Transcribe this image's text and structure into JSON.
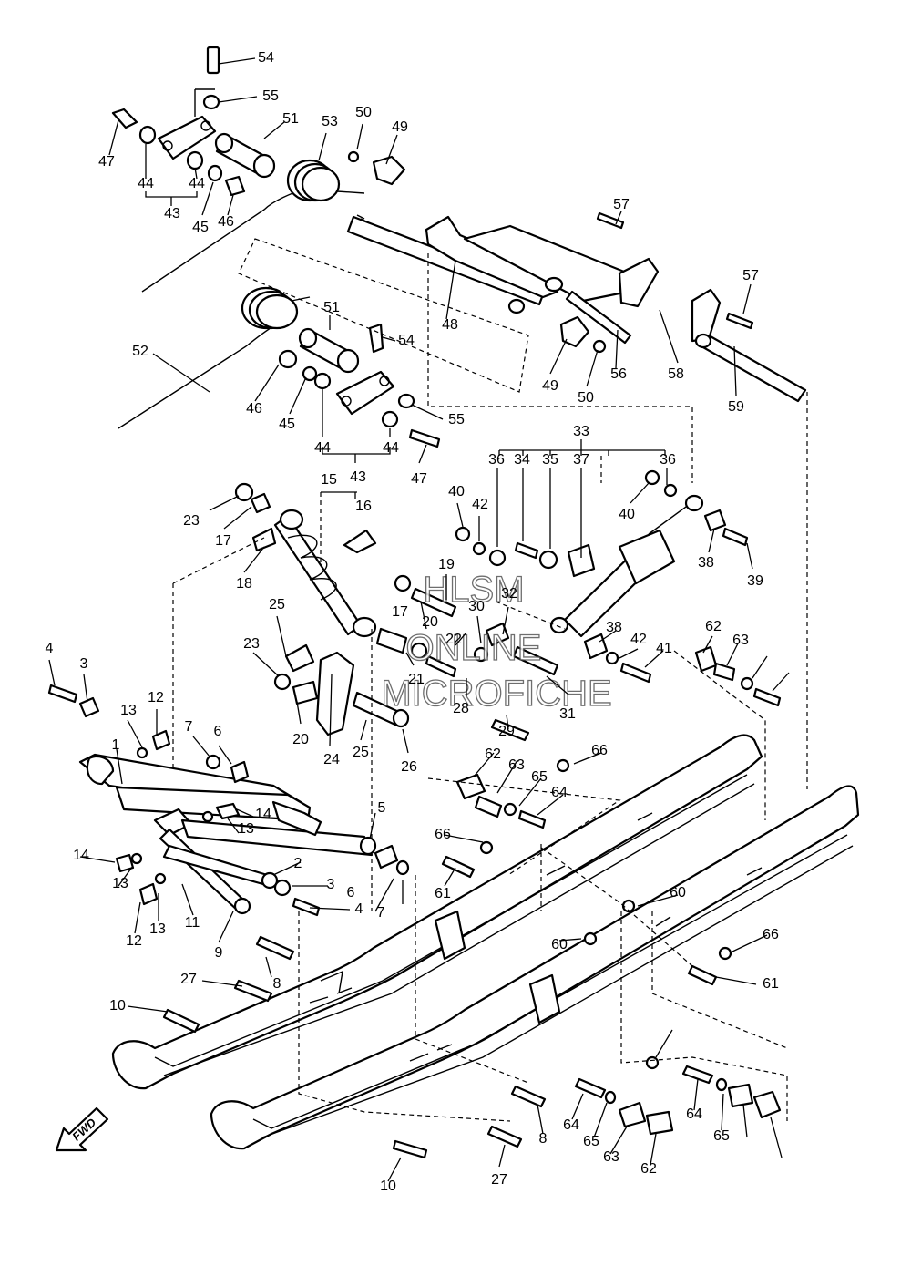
{
  "watermark": {
    "line1": "HLSM",
    "line2": "ONLINE",
    "line3": "MICROFICHE"
  },
  "direction_label": "FWD",
  "callouts": [
    "1",
    "2",
    "3",
    "3",
    "4",
    "4",
    "5",
    "6",
    "6",
    "7",
    "7",
    "8",
    "8",
    "9",
    "10",
    "10",
    "11",
    "12",
    "12",
    "13",
    "13",
    "13",
    "13",
    "14",
    "14",
    "15",
    "16",
    "17",
    "17",
    "18",
    "19",
    "20",
    "20",
    "21",
    "22",
    "23",
    "23",
    "24",
    "25",
    "25",
    "26",
    "27",
    "27",
    "28",
    "29",
    "30",
    "31",
    "32",
    "33",
    "34",
    "35",
    "36",
    "36",
    "37",
    "38",
    "38",
    "39",
    "40",
    "40",
    "41",
    "42",
    "42",
    "43",
    "43",
    "44",
    "44",
    "44",
    "44",
    "45",
    "45",
    "46",
    "46",
    "47",
    "47",
    "48",
    "49",
    "49",
    "50",
    "50",
    "51",
    "51",
    "52",
    "53",
    "54",
    "54",
    "55",
    "55",
    "56",
    "57",
    "57",
    "58",
    "59",
    "60",
    "60",
    "61",
    "61",
    "62",
    "62",
    "62",
    "63",
    "63",
    "63",
    "64",
    "64",
    "64",
    "65",
    "65",
    "65",
    "66",
    "66",
    "66"
  ]
}
